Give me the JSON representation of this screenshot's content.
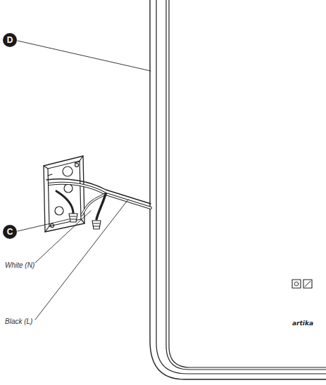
{
  "diagram": {
    "nodes": [
      {
        "text": [
          "D"
        ]
      },
      {
        "text": [
          "C"
        ]
      }
    ],
    "labels": [
      "White (N)",
      "Black (L)",
      "artika"
    ]
  }
}
